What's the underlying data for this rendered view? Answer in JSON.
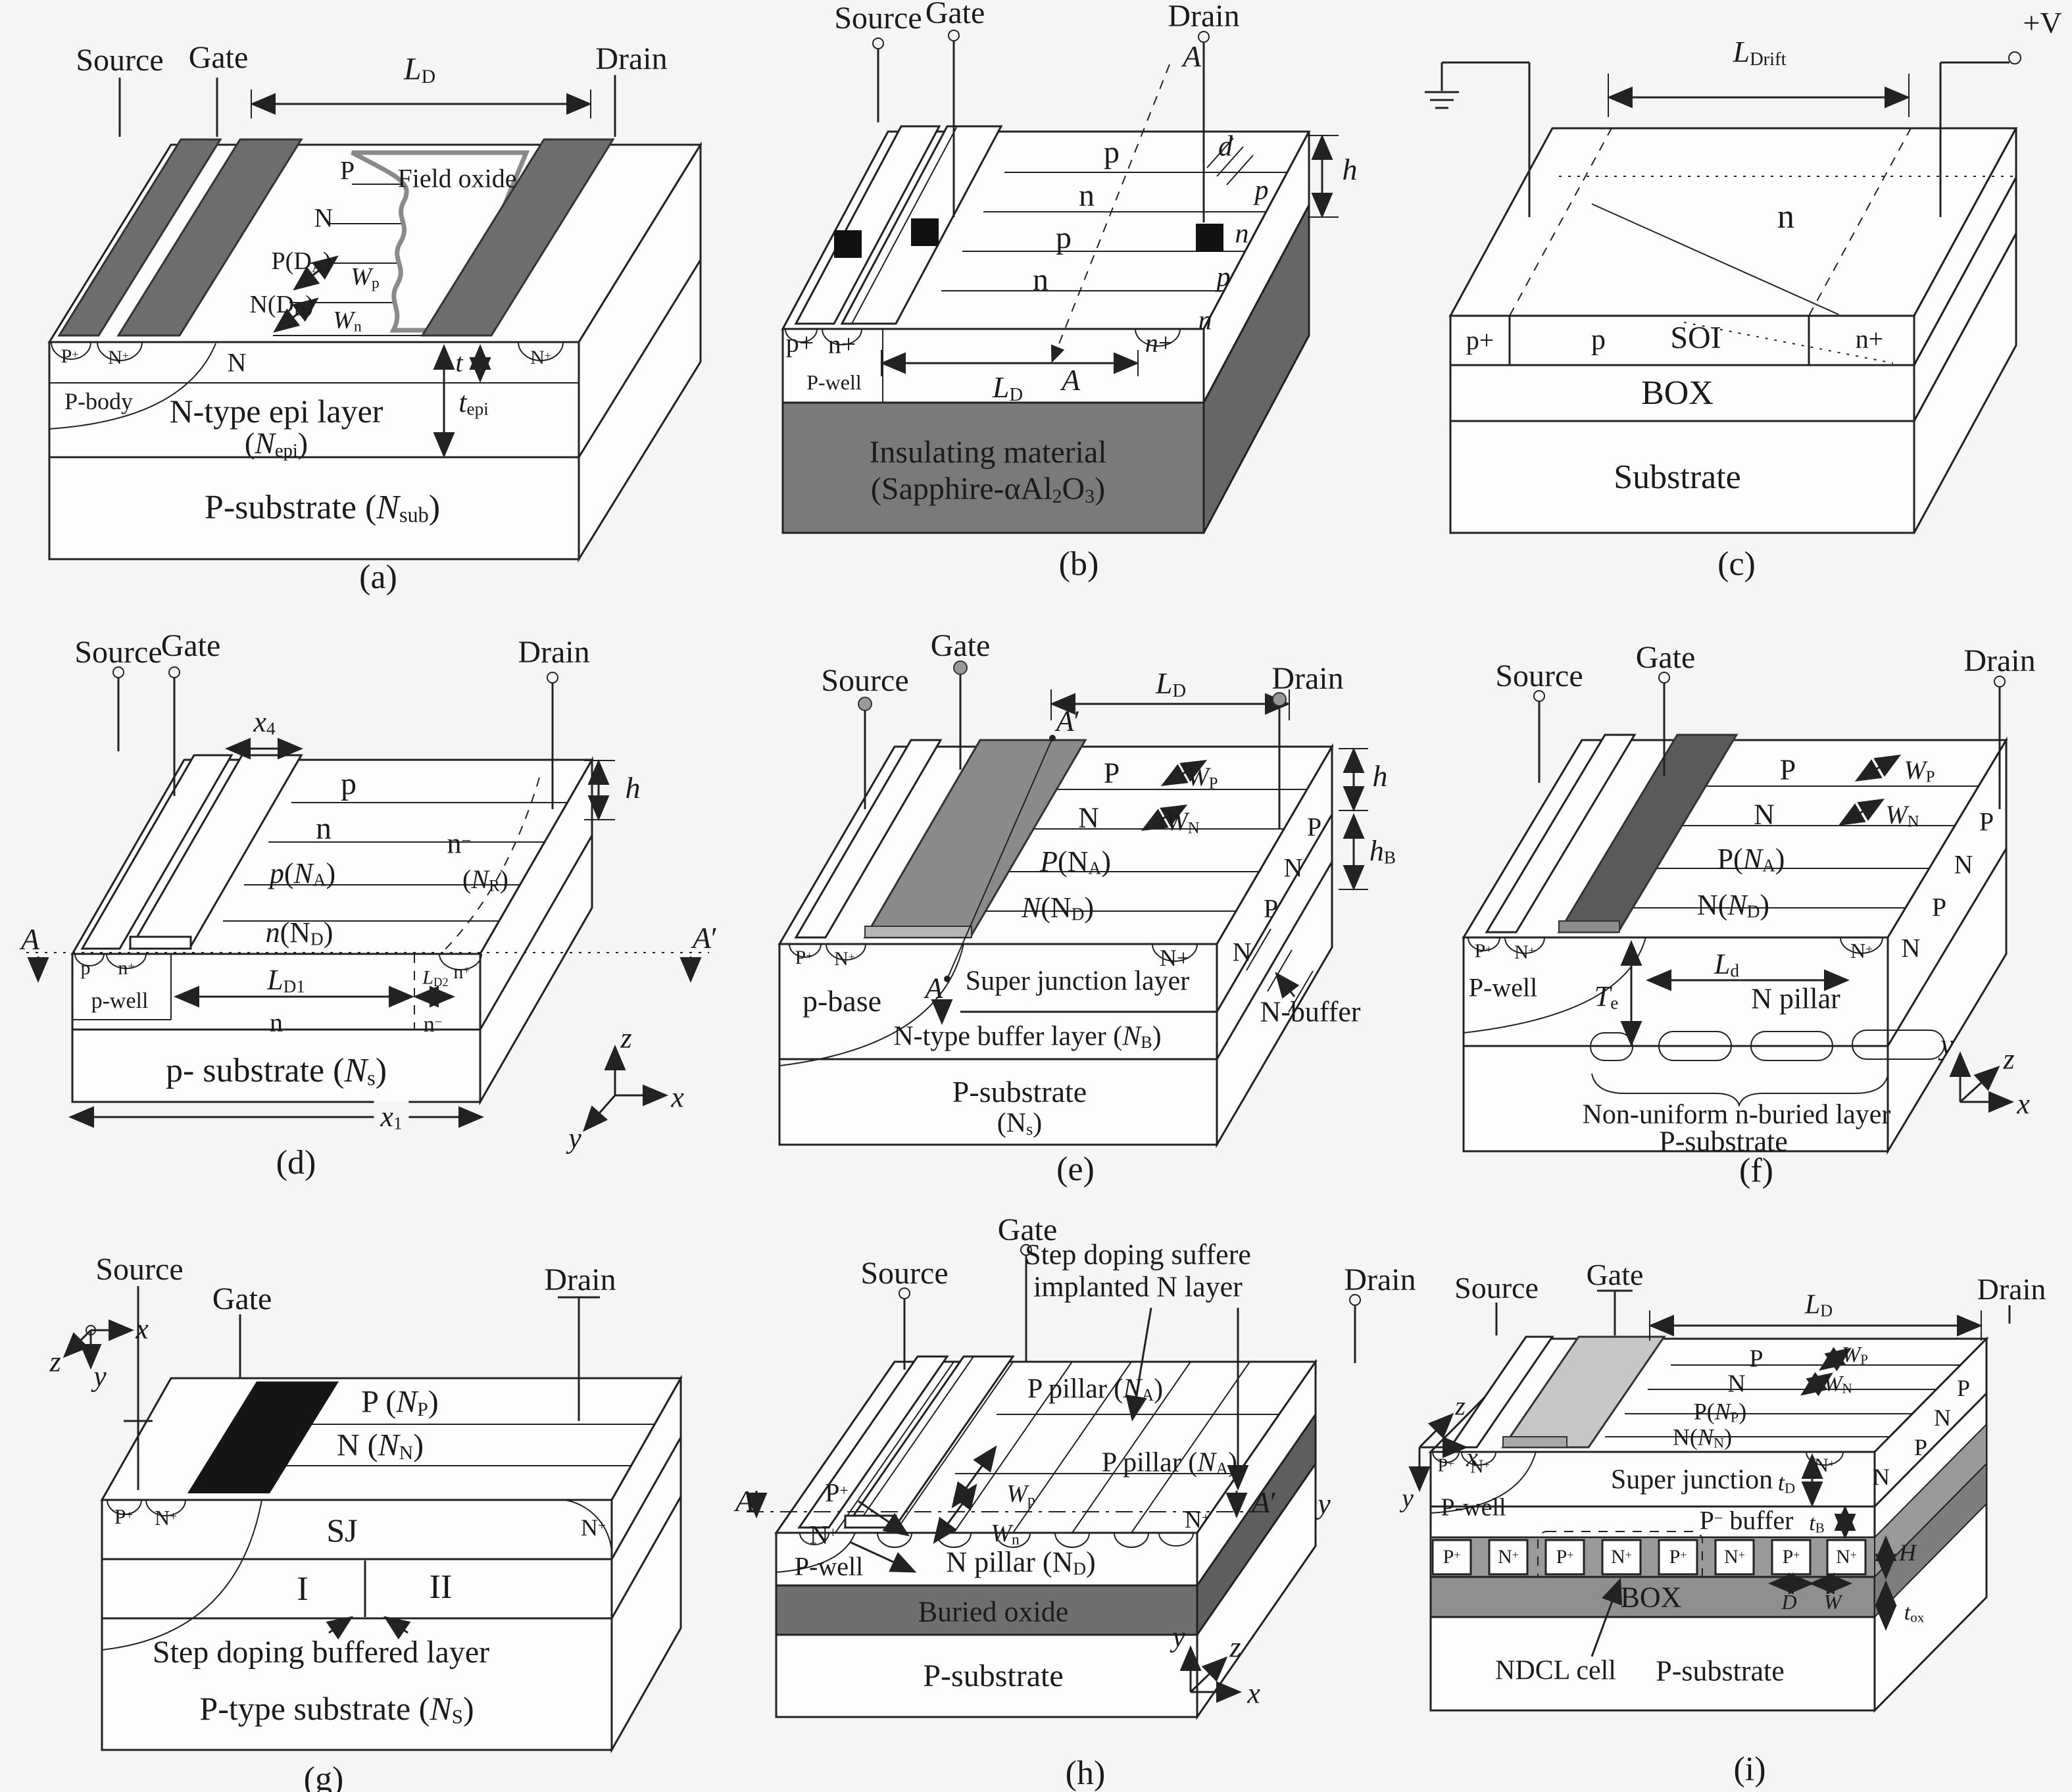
{
  "a": {
    "cap": "(a)",
    "source": "Source",
    "gate": "Gate",
    "drain": "Drain",
    "ld": "*{L}_{D}",
    "fox": "Field oxide",
    "p1": "P",
    "n1": "N",
    "pda": "P(D_{A})",
    "wp": "*{W}_{p}",
    "ndd": "N(D_{D})",
    "wn": "*{W}_{n}",
    "n2": "N",
    "t": "*{t}",
    "pp": "P^{+}",
    "npl": "N^{+}",
    "pbody": "P-body",
    "npr": "N^{+}",
    "epi1": "N-type epi layer",
    "epi2": "(*{N}_{epi})",
    "tepi": "*{t}_{epi}",
    "sub": "P-substrate (*{N}_{sub})"
  },
  "b": {
    "cap": "(b)",
    "source": "Source",
    "gate": "Gate",
    "drain": "Drain",
    "a_top": "*{A}",
    "a_bot": "*{A}",
    "p1": "p",
    "n1": "n",
    "p2": "p",
    "n2": "n",
    "d": "*{d}",
    "h": "*{h}",
    "sp1": "*{p}",
    "sn1": "*{n}",
    "sp2": "*{p}",
    "sn2": "*{n}",
    "pp": "p+",
    "npl": "n+",
    "pwell": "P-well",
    "ld": "*{L}_{D}",
    "npr": "*{n}+",
    "ins1": "Insulating material",
    "ins2": "(Sapphire-αAl_{2}O_{3})"
  },
  "c": {
    "cap": "(c)",
    "plusv": "+V",
    "ldrift": "*{L}_{Drift}",
    "n": "n",
    "pp": "p+",
    "p": "p",
    "soi": "SOI",
    "np": "n+",
    "box": "BOX",
    "substrate": "Substrate"
  },
  "d": {
    "cap": "(d)",
    "source": "Source",
    "gate": "Gate",
    "drain": "Drain",
    "x4": "*{x}_{4}",
    "h": "*{h}",
    "p1": "p",
    "n1": "n",
    "pna": "*{p}(*{N}_{A})",
    "nminus_top": "n^{−}",
    "nr": "(*{N}_{R})",
    "nnd": "*{n}(N_{D})",
    "a": "*{A}",
    "aprime": "*{A}′",
    "p2": "p",
    "np1": "n^{+}",
    "pwell": "p-well",
    "ld1": "*{L}_{D1}",
    "ld2": "*{L}_{D2}",
    "n2": "n",
    "nminus2": "n^{−}",
    "np2": "n^{+}",
    "sub": "p- substrate (*{N}_{s})",
    "x1": "*{x}_{1}",
    "axz": "*{z}",
    "axx": "*{x}",
    "axy": "*{y}"
  },
  "e": {
    "cap": "(e)",
    "source": "Source",
    "gate": "Gate",
    "drain": "Drain",
    "aprime": "*{A}′",
    "a": "*{A}",
    "ld": "*{L}_{D}",
    "p1": "P",
    "wp": "*{W}_{P}",
    "n1": "N",
    "wn": "*{W}_{N}",
    "pna": "*{P}(N_{A})",
    "nnd": "*{N}(N_{D})",
    "h": "*{h}",
    "hb": "*{h}_{B}",
    "c1": "P",
    "c2": "N",
    "c3": "P",
    "c4": "N",
    "pp": "P^{+}",
    "npl": "N^{+}",
    "pbase": "p-base",
    "npr": "N+",
    "sj": "Super junction layer",
    "buffer": "N-type buffer layer (*{N}_{B})",
    "nbuffer": "N-buffer",
    "sub1": "P-substrate",
    "sub2": "(N_{s})"
  },
  "f": {
    "cap": "(f)",
    "source": "Source",
    "gate": "Gate",
    "drain": "Drain",
    "p1": "P",
    "wp": "*{W}_{P}",
    "n1": "N",
    "wn": "*{W}_{N}",
    "pna": "P(*{N}_{A})",
    "nnd": "N(*{N}_{D})",
    "pp": "P^{+}",
    "npl": "N^{+}",
    "pwell": "P-well",
    "npr": "N^{+}",
    "te": "*{T}_{e}",
    "ldim": "*{L}_{d}",
    "npillar": "N pillar",
    "c1": "P",
    "c2": "N",
    "c3": "P",
    "c4": "N",
    "buried": "Non-uniform n-buried layer",
    "sub": "P-substrate",
    "axy": "*{y}",
    "axz": "*{z}",
    "axx": "*{x}"
  },
  "g": {
    "cap": "(g)",
    "source": "Source",
    "gate": "Gate",
    "drain": "Drain",
    "axz": "*{z}",
    "axx": "*{x}",
    "axy": "*{y}",
    "pnp": "P (*{N}_{P})",
    "nnn": "N (*{N}_{N})",
    "pp": "P^{+}",
    "npl": "N^{+}",
    "npr": "N^{+}",
    "sj": "SJ",
    "r1": "I",
    "r2": "II",
    "step": "Step doping buffered layer",
    "sub": "P-type substrate (*{N}_{S})"
  },
  "h": {
    "cap": "(h)",
    "source": "Source",
    "gate": "Gate",
    "drain": "Drain",
    "step": "Step doping suffere\nimplanted N layer",
    "pp": "P^{+}",
    "npl": "N^{+}",
    "npr": "N^{+}",
    "ppillar1": "P pillar (*{N}_{A})",
    "wp": "*{W}_{p}",
    "ppillar2": "P pillar (*{N}_{A})",
    "wn": "*{W}_{n}",
    "a": "*{A}",
    "aprime": "*{A}′",
    "yedge": "*{y}",
    "pwell": "P-well",
    "npillar": "N pillar (N_{D})",
    "oxide": "Buried oxide",
    "sub": "P-substrate",
    "axy": "*{y}",
    "axz": "*{z}",
    "axx": "*{x}"
  },
  "i": {
    "cap": "(i)",
    "source": "Source",
    "gate": "Gate",
    "drain": "Drain",
    "ld": "*{L}_{D}",
    "p1": "P",
    "wp": "*{W}_{P}",
    "n1": "N",
    "wn": "*{W}_{N}",
    "pnp": "P(*{N}_{P})",
    "nnn": "N(*{N}_{N})",
    "axz": "*{z}",
    "axx": "*{x}",
    "axy": "*{y}",
    "pp": "P^{+}",
    "npl": "N^{+}",
    "pwell": "P-well",
    "npr": "N^{+}",
    "sideN": "N",
    "sj": "Super junction",
    "td": "*{t}_{D}",
    "pbuffer": "P^{−} buffer",
    "tb": "*{t}_{B}",
    "cells": [
      "P^{+}",
      "N^{+}",
      "P^{+}",
      "N^{+}",
      "P^{+}",
      "N^{+}",
      "P^{+}",
      "N^{+}"
    ],
    "hdim": "*{H}",
    "box": "BOX",
    "ddim": "*{D}",
    "wdim": "*{W}",
    "tox": "*{t}_{ox}",
    "ndcl": "NDCL cell",
    "sub": "P-substrate",
    "c1": "P",
    "c2": "N",
    "c3": "P"
  }
}
